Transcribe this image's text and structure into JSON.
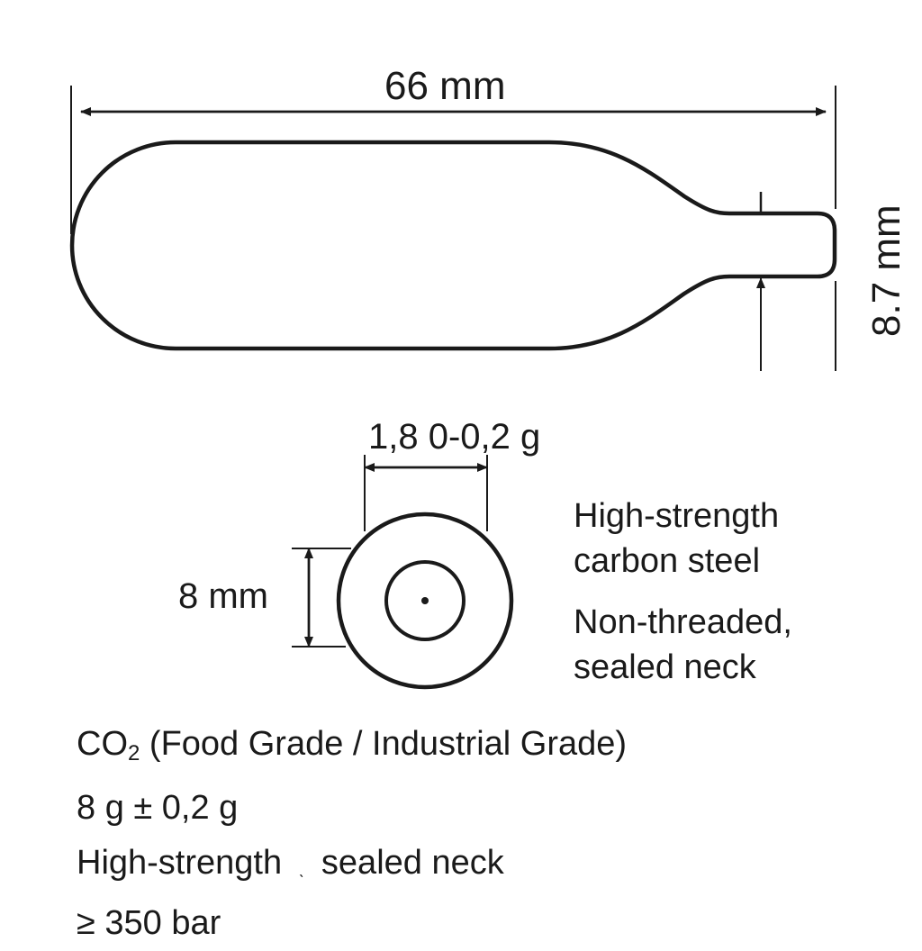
{
  "side_view": {
    "length_label": "66 mm",
    "neck_diameter_label": "8.7 mm"
  },
  "end_view": {
    "width_label": "1,8 0-0,2 g",
    "diameter_label": "8 mm"
  },
  "material_notes": {
    "line1": "High-strength",
    "line2": "carbon steel",
    "line3": "Non-threaded,",
    "line4": "sealed neck"
  },
  "specs": {
    "gas_prefix": "CO",
    "gas_subscript": "2",
    "gas_grade": "(Food Grade / Industrial Grade)",
    "fill_weight": "8 g ± 0,2 g",
    "construction_a": "High-strength",
    "construction_sep": "ˎ",
    "construction_b": "sealed neck",
    "pressure": "≥ 350 bar"
  },
  "colors": {
    "stroke": "#1a1a1a",
    "background": "#ffffff"
  }
}
